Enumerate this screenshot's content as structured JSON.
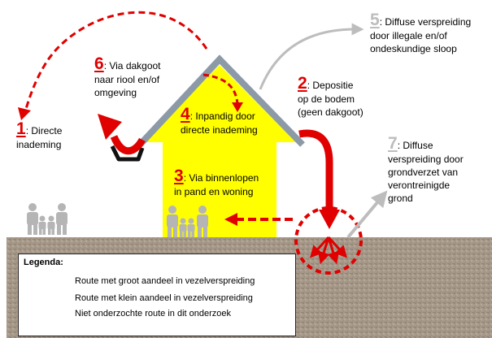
{
  "routes": [
    {
      "number": "1",
      "text": [
        ": Directe",
        "inademing"
      ]
    },
    {
      "number": "2",
      "text": [
        ": Depositie",
        "op de bodem",
        "(geen dakgoot)"
      ]
    },
    {
      "number": "3",
      "text": [
        ": Via binnenlopen",
        "in pand en woning"
      ]
    },
    {
      "number": "4",
      "text": [
        ": Inpandig door",
        "directe inademing"
      ]
    },
    {
      "number": "5",
      "text": [
        ": Diffuse verspreiding",
        "door illegale en/of",
        "ondeskundige sloop"
      ]
    },
    {
      "number": "6",
      "text": [
        ": Via dakgoot",
        "naar riool en/of",
        "omgeving"
      ]
    },
    {
      "number": "7",
      "text": [
        ": Diffuse",
        "verspreiding door",
        "grondverzet van",
        "verontreinigde",
        "grond"
      ]
    }
  ],
  "legend": {
    "title": "Legenda:",
    "items": [
      "Route met groot aandeel in vezelverspreiding",
      "Route met klein aandeel in vezelverspreiding",
      "Niet onderzochte route in dit onderzoek"
    ]
  },
  "colors": {
    "major": "#e00000",
    "minor": "#e00000",
    "not_studied": "#bdbdbd",
    "house": "#ffff00",
    "roof": "#8c9aa8",
    "ground": "#a89888"
  }
}
